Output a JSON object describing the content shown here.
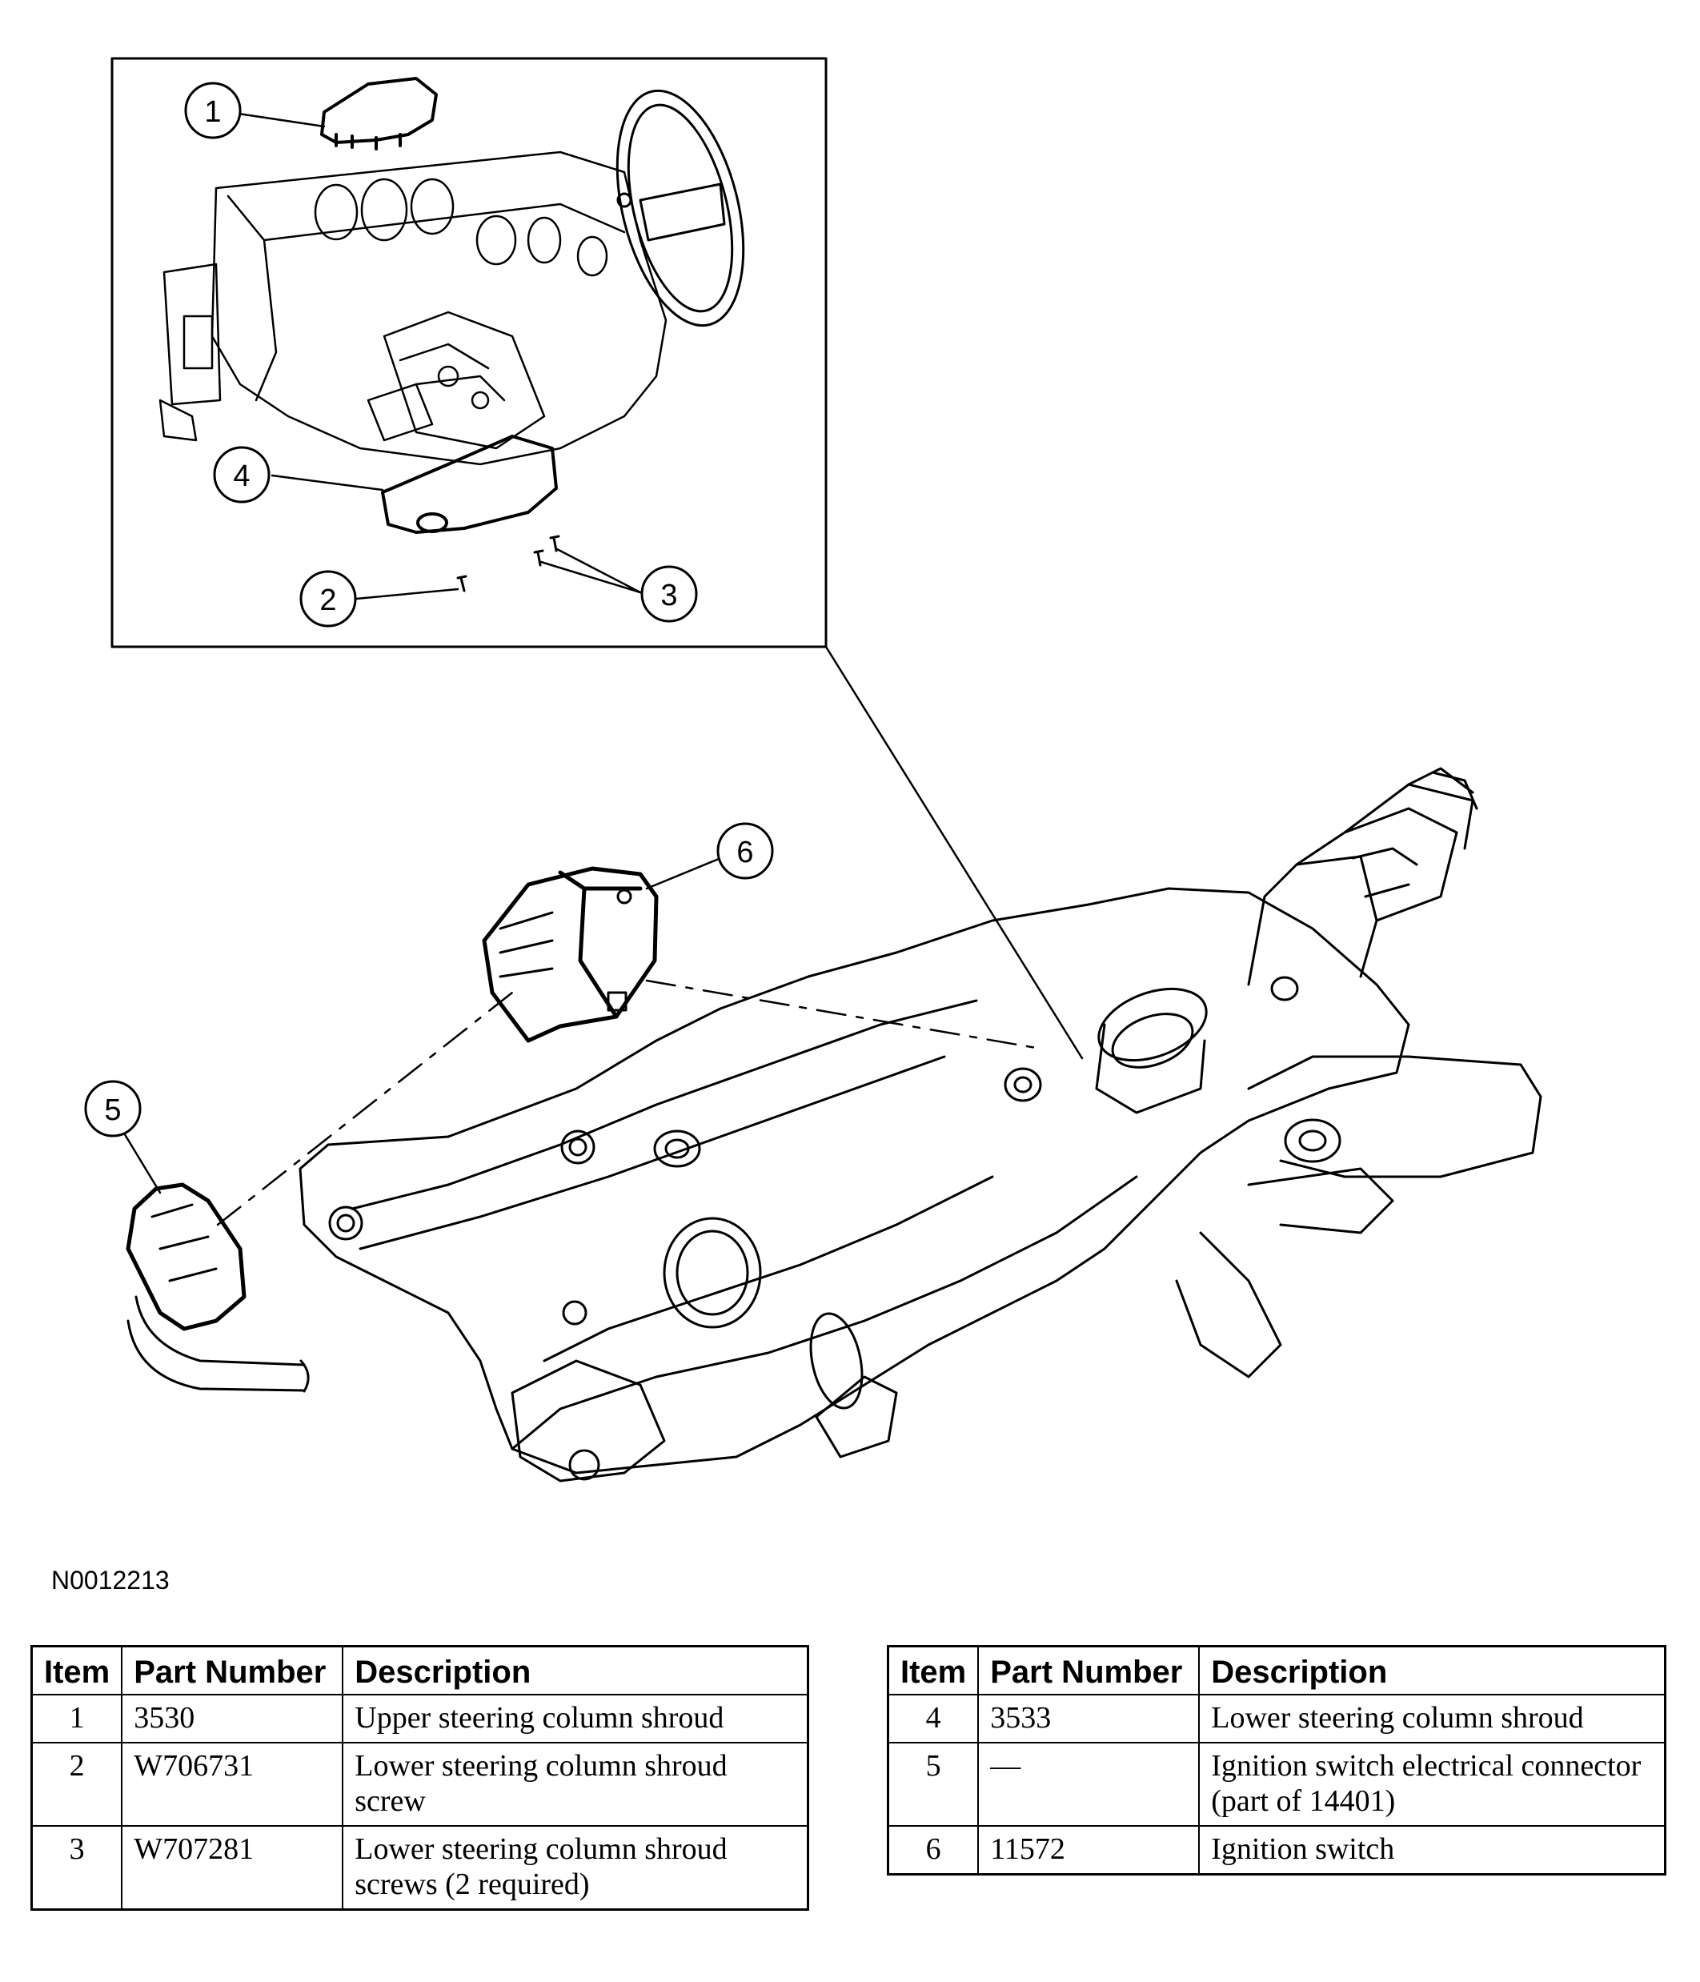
{
  "callouts": {
    "c1": "1",
    "c2": "2",
    "c3": "3",
    "c4": "4",
    "c5": "5",
    "c6": "6"
  },
  "figure_id": "N0012213",
  "table_headers": {
    "item": "Item",
    "part_number": "Part Number",
    "description": "Description"
  },
  "table_left": [
    {
      "item": "1",
      "part_number": "3530",
      "description": "Upper steering column shroud"
    },
    {
      "item": "2",
      "part_number": "W706731",
      "description": "Lower steering column shroud screw"
    },
    {
      "item": "3",
      "part_number": "W707281",
      "description": "Lower steering column shroud screws (2 required)"
    }
  ],
  "table_right": [
    {
      "item": "4",
      "part_number": "3533",
      "description": "Lower steering column shroud"
    },
    {
      "item": "5",
      "part_number": "—",
      "description": "Ignition switch electrical connector (part of 14401)"
    },
    {
      "item": "6",
      "part_number": "11572",
      "description": "Ignition switch"
    }
  ]
}
